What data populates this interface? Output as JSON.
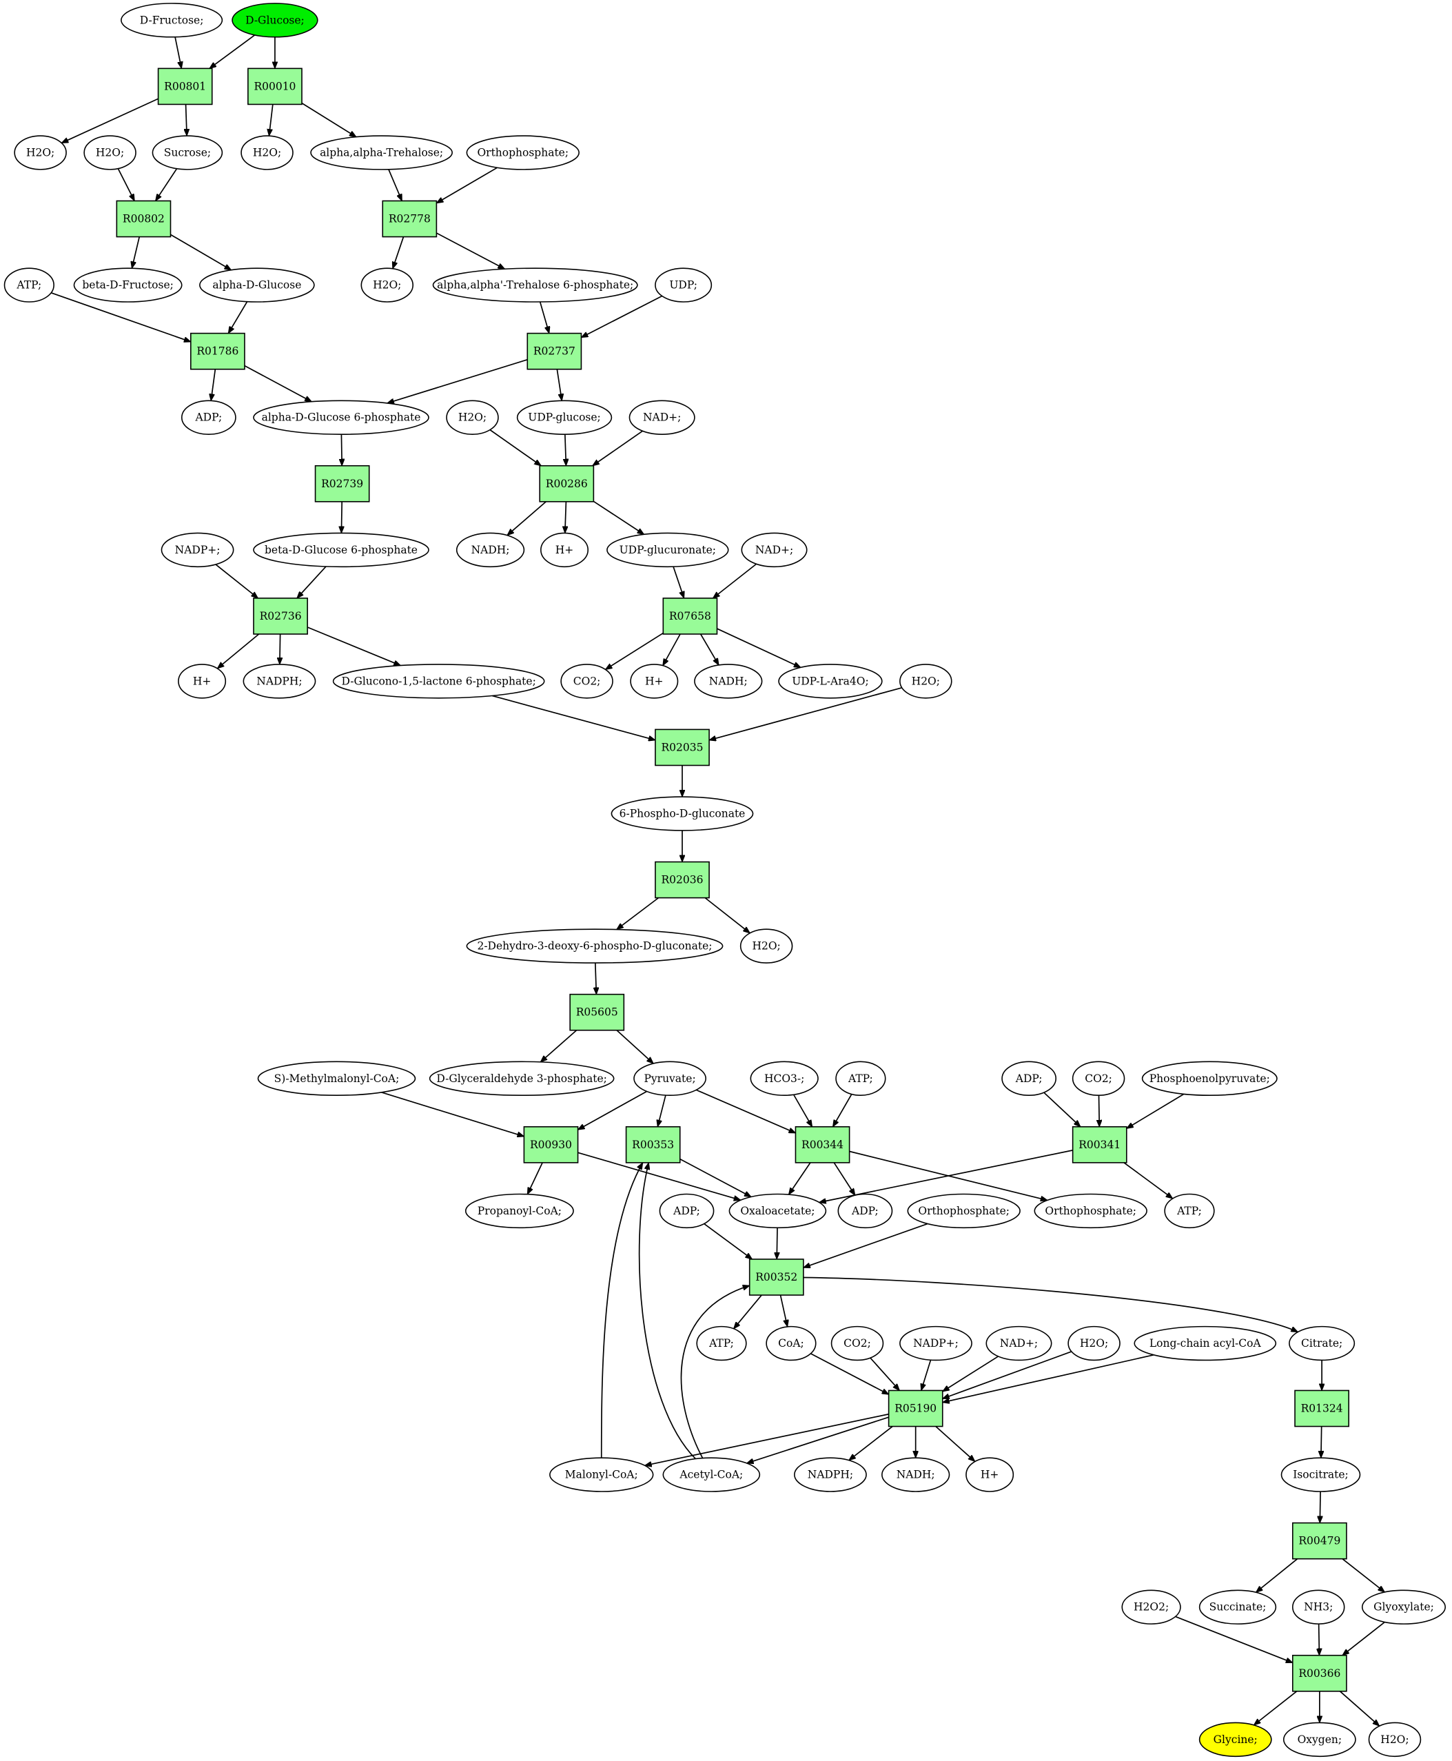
{
  "colors": {
    "reaction_fill": "#98fb98",
    "compound_fill": "#ffffff",
    "start_fill": "#00ee00",
    "end_fill": "#ffff00",
    "stroke": "#000000"
  },
  "reactions": {
    "r00801": "R00801",
    "r00010": "R00010",
    "r00802": "R00802",
    "r02778": "R02778",
    "r01786": "R01786",
    "r02737": "R02737",
    "r02739": "R02739",
    "r00286": "R00286",
    "r02736": "R02736",
    "r07658": "R07658",
    "r02035": "R02035",
    "r02036": "R02036",
    "r05605": "R05605",
    "r00930": "R00930",
    "r00353": "R00353",
    "r00344": "R00344",
    "r00341": "R00341",
    "r00352": "R00352",
    "r05190": "R05190",
    "r01324": "R01324",
    "r00479": "R00479",
    "r00366": "R00366"
  },
  "compounds": {
    "dfructose": "D-Fructose;",
    "dglucose": "D-Glucose;",
    "h2o_a": "H2O;",
    "h2o_b": "H2O;",
    "sucrose": "Sucrose;",
    "h2o_c": "H2O;",
    "trehalose": "alpha,alpha-Trehalose;",
    "orthophosphate_a": "Orthophosphate;",
    "atp_a": "ATP;",
    "betadfructose": "beta-D-Fructose;",
    "alphadglucose": "alpha-D-Glucose",
    "h2o_d": "H2O;",
    "trehalose6p": "alpha,alpha'-Trehalose 6-phosphate;",
    "udp": "UDP;",
    "adp_a": "ADP;",
    "g6p": "alpha-D-Glucose 6-phosphate",
    "h2o_e": "H2O;",
    "udpglucose": "UDP-glucose;",
    "nad_a": "NAD+;",
    "bg6p": "beta-D-Glucose 6-phosphate",
    "nadp_a": "NADP+;",
    "nadh_a": "NADH;",
    "hplus_a": "H+",
    "udpglucuronate": "UDP-glucuronate;",
    "nad_b": "NAD+;",
    "hplus_b": "H+",
    "nadph_a": "NADPH;",
    "glucono": "D-Glucono-1,5-lactone 6-phosphate;",
    "co2_a": "CO2;",
    "hplus_c": "H+",
    "nadh_b": "NADH;",
    "udparab": "UDP-L-Ara4O;",
    "h2o_f": "H2O;",
    "phosphogluconate": "6-Phospho-D-gluconate",
    "kdpg": "2-Dehydro-3-deoxy-6-phospho-D-gluconate;",
    "h2o_g": "H2O;",
    "methylmalonyl": "S)-Methylmalonyl-CoA;",
    "gap": "D-Glyceraldehyde 3-phosphate;",
    "pyruvate": "Pyruvate;",
    "hco3": "HCO3-;",
    "atp_b": "ATP;",
    "adp_b": "ADP;",
    "co2_b": "CO2;",
    "pep": "Phosphoenolpyruvate;",
    "propanoyl": "Propanoyl-CoA;",
    "adp_c": "ADP;",
    "oxaloacetate": "Oxaloacetate;",
    "adp_d": "ADP;",
    "orthophosphate_b": "Orthophosphate;",
    "orthophosphate_c": "Orthophosphate;",
    "atp_c": "ATP;",
    "atp_d": "ATP;",
    "coa": "CoA;",
    "co2_c": "CO2;",
    "nadp_b": "NADP+;",
    "nad_c": "NAD+;",
    "h2o_h": "H2O;",
    "acylcoa": "Long-chain acyl-CoA",
    "citrate": "Citrate;",
    "malonyl": "Malonyl-CoA;",
    "acetyl": "Acetyl-CoA;",
    "nadph_b": "NADPH;",
    "nadh_c": "NADH;",
    "hplus_d": "H+",
    "isocitrate": "Isocitrate;",
    "h2o2": "H2O2;",
    "succinate": "Succinate;",
    "nh3": "NH3;",
    "glyoxylate": "Glyoxylate;",
    "glycine": "Glycine;",
    "oxygen": "Oxygen;",
    "h2o_i": "H2O;"
  }
}
